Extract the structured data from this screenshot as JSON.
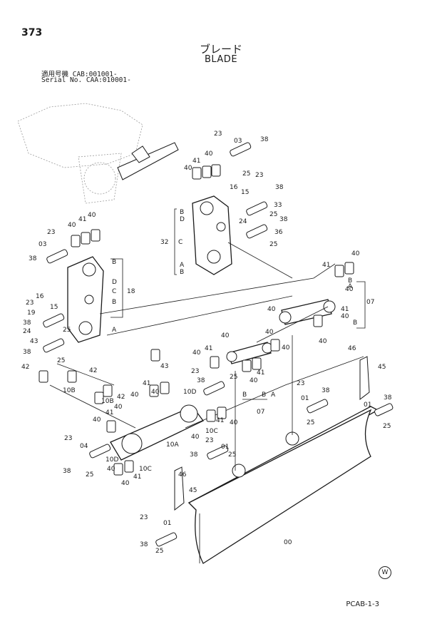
{
  "header": {
    "page_number": "373",
    "title_jp": "ブレード",
    "title_en": "BLADE",
    "serial_line_1": "適用号機 CAB:001001-",
    "serial_line_2": "Serial No. CAA:010001-"
  },
  "footer": {
    "reference": "PCAB-1-3",
    "mark": "W"
  },
  "callouts": [
    {
      "id": "c1",
      "text": "23"
    },
    {
      "id": "c2",
      "text": "03"
    },
    {
      "id": "c3",
      "text": "38"
    },
    {
      "id": "c4",
      "text": "41"
    },
    {
      "id": "c5",
      "text": "40"
    },
    {
      "id": "c6",
      "text": "40"
    },
    {
      "id": "c7",
      "text": "25"
    },
    {
      "id": "c8",
      "text": "23"
    },
    {
      "id": "c9",
      "text": "16"
    },
    {
      "id": "c10",
      "text": "15"
    },
    {
      "id": "c11",
      "text": "38"
    },
    {
      "id": "c12",
      "text": "33"
    },
    {
      "id": "c13",
      "text": "25"
    },
    {
      "id": "c14",
      "text": "38"
    },
    {
      "id": "c15",
      "text": "24"
    },
    {
      "id": "c16",
      "text": "36"
    },
    {
      "id": "c17",
      "text": "25"
    },
    {
      "id": "c18",
      "text": "B"
    },
    {
      "id": "c19",
      "text": "D"
    },
    {
      "id": "c20",
      "text": "32"
    },
    {
      "id": "c21",
      "text": "C"
    },
    {
      "id": "c22",
      "text": "A"
    },
    {
      "id": "c23",
      "text": "B"
    },
    {
      "id": "c24",
      "text": "40"
    },
    {
      "id": "c25",
      "text": "41"
    },
    {
      "id": "c26",
      "text": "40"
    },
    {
      "id": "c27",
      "text": "23"
    },
    {
      "id": "c28",
      "text": "03"
    },
    {
      "id": "c29",
      "text": "38"
    },
    {
      "id": "c30",
      "text": "B"
    },
    {
      "id": "c31",
      "text": "D"
    },
    {
      "id": "c32",
      "text": "C"
    },
    {
      "id": "c33",
      "text": "18"
    },
    {
      "id": "c34",
      "text": "B"
    },
    {
      "id": "c35",
      "text": "A"
    },
    {
      "id": "c36",
      "text": "23"
    },
    {
      "id": "c37",
      "text": "16"
    },
    {
      "id": "c38",
      "text": "15"
    },
    {
      "id": "c39",
      "text": "19"
    },
    {
      "id": "c40",
      "text": "38"
    },
    {
      "id": "c41",
      "text": "24"
    },
    {
      "id": "c42",
      "text": "25"
    },
    {
      "id": "c43",
      "text": "43"
    },
    {
      "id": "c44",
      "text": "38"
    },
    {
      "id": "c45",
      "text": "25"
    },
    {
      "id": "c46",
      "text": "42"
    },
    {
      "id": "c47",
      "text": "42"
    },
    {
      "id": "c48",
      "text": "10B"
    },
    {
      "id": "c49",
      "text": "43"
    },
    {
      "id": "c50",
      "text": "41"
    },
    {
      "id": "c51",
      "text": "40"
    },
    {
      "id": "c52",
      "text": "B"
    },
    {
      "id": "c53",
      "text": "A"
    },
    {
      "id": "c54",
      "text": "07"
    },
    {
      "id": "c55",
      "text": "40"
    },
    {
      "id": "c56",
      "text": "41"
    },
    {
      "id": "c57",
      "text": "40"
    },
    {
      "id": "c58",
      "text": "B"
    },
    {
      "id": "c59",
      "text": "40"
    },
    {
      "id": "c60",
      "text": "40"
    },
    {
      "id": "c61",
      "text": "40"
    },
    {
      "id": "c62",
      "text": "40"
    },
    {
      "id": "c63",
      "text": "41"
    },
    {
      "id": "c64",
      "text": "40"
    },
    {
      "id": "c65",
      "text": "40"
    },
    {
      "id": "c66",
      "text": "41"
    },
    {
      "id": "c67",
      "text": "40"
    },
    {
      "id": "c68",
      "text": "B"
    },
    {
      "id": "c69",
      "text": "B"
    },
    {
      "id": "c70",
      "text": "A"
    },
    {
      "id": "c71",
      "text": "07"
    },
    {
      "id": "c72",
      "text": "23"
    },
    {
      "id": "c73",
      "text": "25"
    },
    {
      "id": "c74",
      "text": "38"
    },
    {
      "id": "c75",
      "text": "41"
    },
    {
      "id": "c76",
      "text": "40"
    },
    {
      "id": "c77",
      "text": "40"
    },
    {
      "id": "c78",
      "text": "42"
    },
    {
      "id": "c79",
      "text": "10D"
    },
    {
      "id": "c80",
      "text": "10B"
    },
    {
      "id": "c81",
      "text": "40"
    },
    {
      "id": "c82",
      "text": "41"
    },
    {
      "id": "c83",
      "text": "40"
    },
    {
      "id": "c84",
      "text": "41"
    },
    {
      "id": "c85",
      "text": "40"
    },
    {
      "id": "c86",
      "text": "10C"
    },
    {
      "id": "c87",
      "text": "40"
    },
    {
      "id": "c88",
      "text": "10A"
    },
    {
      "id": "c89",
      "text": "23"
    },
    {
      "id": "c90",
      "text": "01"
    },
    {
      "id": "c91",
      "text": "25"
    },
    {
      "id": "c92",
      "text": "38"
    },
    {
      "id": "c93",
      "text": "23"
    },
    {
      "id": "c94",
      "text": "04"
    },
    {
      "id": "c95",
      "text": "38"
    },
    {
      "id": "c96",
      "text": "25"
    },
    {
      "id": "c97",
      "text": "10D"
    },
    {
      "id": "c98",
      "text": "40"
    },
    {
      "id": "c99",
      "text": "10C"
    },
    {
      "id": "c100",
      "text": "41"
    },
    {
      "id": "c101",
      "text": "40"
    },
    {
      "id": "c102",
      "text": "46"
    },
    {
      "id": "c103",
      "text": "45"
    },
    {
      "id": "c104",
      "text": "46"
    },
    {
      "id": "c105",
      "text": "45"
    },
    {
      "id": "c106",
      "text": "23"
    },
    {
      "id": "c107",
      "text": "01"
    },
    {
      "id": "c108",
      "text": "38"
    },
    {
      "id": "c109",
      "text": "25"
    },
    {
      "id": "c110",
      "text": "38"
    },
    {
      "id": "c111",
      "text": "01"
    },
    {
      "id": "c112",
      "text": "25"
    },
    {
      "id": "c113",
      "text": "23"
    },
    {
      "id": "c114",
      "text": "01"
    },
    {
      "id": "c115",
      "text": "38"
    },
    {
      "id": "c116",
      "text": "25"
    },
    {
      "id": "c117",
      "text": "00"
    }
  ]
}
